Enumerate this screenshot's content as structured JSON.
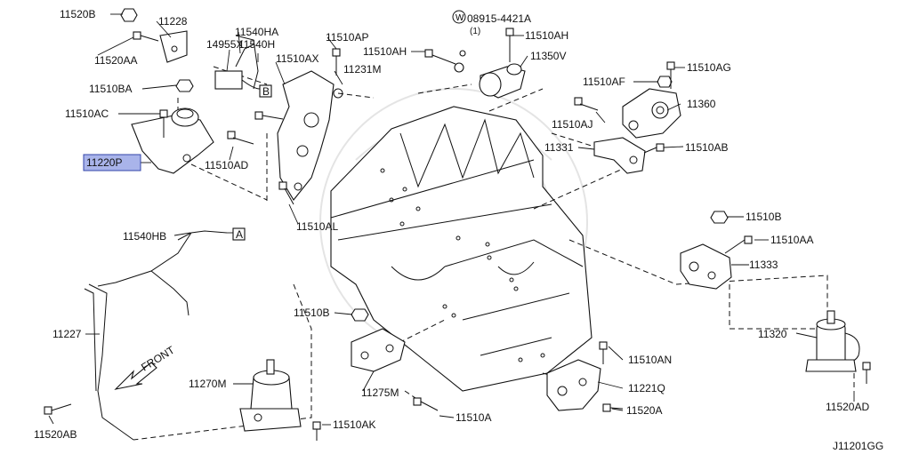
{
  "diagram_id": "J11201GG",
  "front_label": "FRONT",
  "labels": {
    "p11520B": "11520B",
    "p11228": "11228",
    "p11540HA": "11540HA",
    "p11510AP": "11510AP",
    "p08915": "08915-4421A",
    "p08915_qty": "(1)",
    "p08915_w": "W",
    "p11510AH_a": "11510AH",
    "p11510AH_b": "11510AH",
    "p14955X": "14955X",
    "p11540H": "11540H",
    "p11510AX": "11510AX",
    "p11520AA": "11520AA",
    "p11231M": "11231M",
    "p11350V": "11350V",
    "p11510BA": "11510BA",
    "ref_B": "B",
    "p11510AF": "11510AF",
    "p11510AG": "11510AG",
    "p11510AC": "11510AC",
    "p11360": "11360",
    "p11510AJ": "11510AJ",
    "p11220P": "11220P",
    "p11510AD": "11510AD",
    "p11331": "11331",
    "p11510AB": "11510AB",
    "p11510AL": "11510AL",
    "p11510B_r": "11510B",
    "p11540HB": "11540HB",
    "ref_A": "A",
    "p11510AA": "11510AA",
    "p11333": "11333",
    "p11510B_c": "11510B",
    "p11227": "11227",
    "p11320": "11320",
    "p11510AN": "11510AN",
    "p11270M": "11270M",
    "p11275M": "11275M",
    "p11221Q": "11221Q",
    "p11520A": "11520A",
    "p11510A": "11510A",
    "p11520AB": "11520AB",
    "p11510AK": "11510AK",
    "p11520AD": "11520AD"
  },
  "highlighted_part": "11220P"
}
